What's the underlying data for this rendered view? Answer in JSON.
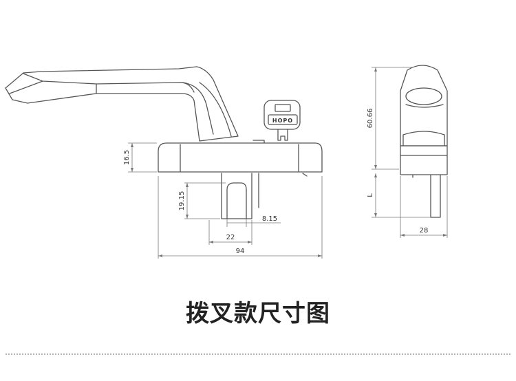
{
  "title": "拨叉款尺寸图",
  "key_brand": "HOPO",
  "dimensions": {
    "base_height": "16.5",
    "fork_depth": "19.15",
    "slot_width": "8.15",
    "fork_width": "22",
    "total_length": "94",
    "total_height": "60.66",
    "spindle_length": "L",
    "side_width": "28"
  }
}
